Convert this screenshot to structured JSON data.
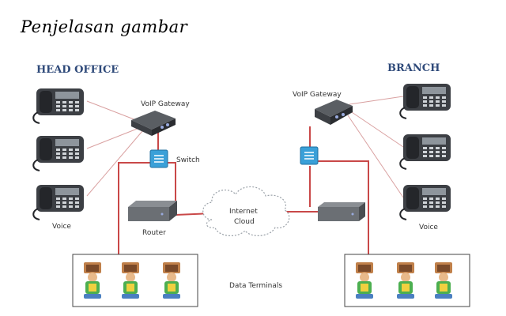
{
  "title": "Penjelasan gambar",
  "head_office": {
    "label": "HEAD OFFICE",
    "gateway_label": "VoIP Gateway",
    "switch_label": "Switch",
    "voice_label": "Voice",
    "router_label": "Router"
  },
  "branch": {
    "label": "BRANCH",
    "gateway_label": "VoIP Gateway",
    "voice_label": "Voice"
  },
  "cloud": {
    "line1": "Internet",
    "line2": "Cloud"
  },
  "data_terminals_label": "Data Terminals",
  "colors": {
    "red_link": "#c94848",
    "site_label": "#2f4a7a",
    "switch_blue": "#3aa0d8",
    "device_gray": "#6b6f74",
    "phone_dark": "#3c3f44",
    "terminal_green": "#4caf50",
    "terminal_blue": "#4a7fc1"
  }
}
